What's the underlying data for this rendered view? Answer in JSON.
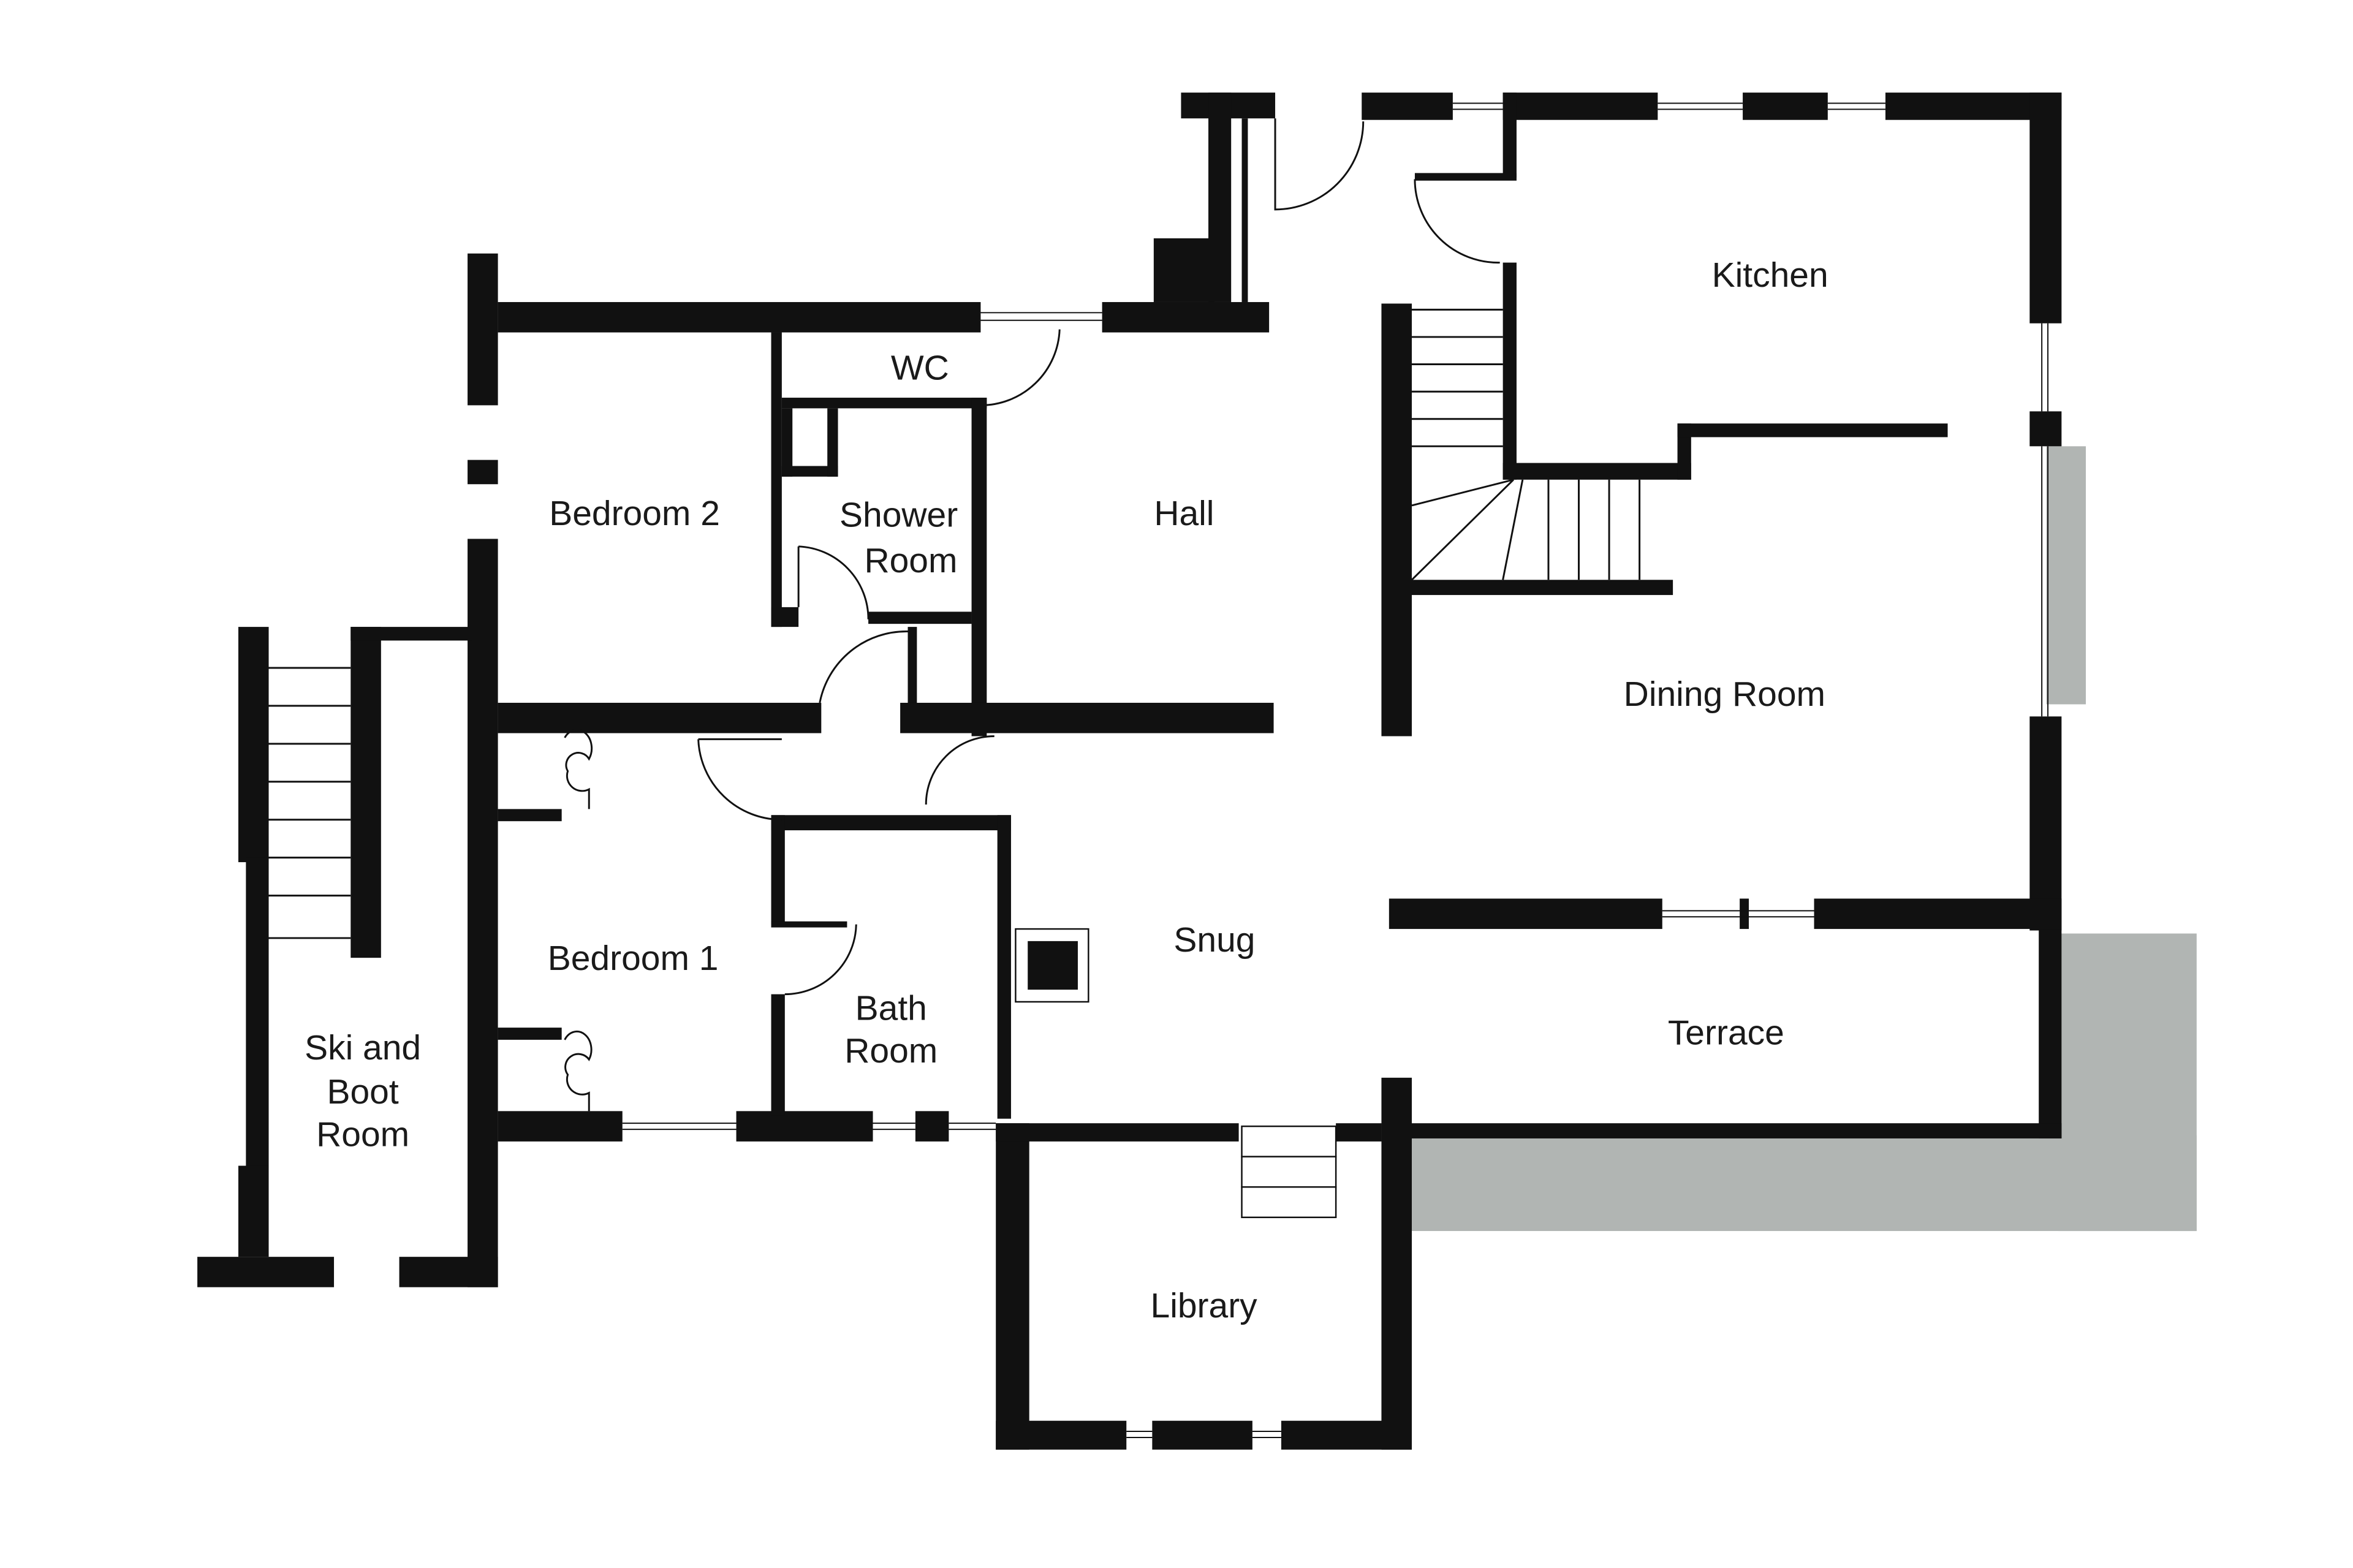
{
  "floorplan": {
    "colors": {
      "wall": "#111111",
      "background": "#ffffff",
      "exterior_terrace": "#b1b5b3"
    },
    "rooms": [
      {
        "id": "kitchen",
        "label": "Kitchen"
      },
      {
        "id": "wc",
        "label": "WC"
      },
      {
        "id": "bedroom-2",
        "label": "Bedroom 2"
      },
      {
        "id": "shower-room",
        "lines": [
          "Shower",
          "Room"
        ]
      },
      {
        "id": "hall",
        "label": "Hall"
      },
      {
        "id": "dining-room",
        "label": "Dining Room"
      },
      {
        "id": "bedroom-1",
        "label": "Bedroom 1"
      },
      {
        "id": "snug",
        "label": "Snug"
      },
      {
        "id": "bath-room",
        "lines": [
          "Bath",
          "Room"
        ]
      },
      {
        "id": "terrace",
        "label": "Terrace"
      },
      {
        "id": "ski-boot-room",
        "lines": [
          "Ski and",
          "Boot",
          "Room"
        ]
      },
      {
        "id": "library",
        "label": "Library"
      }
    ]
  }
}
